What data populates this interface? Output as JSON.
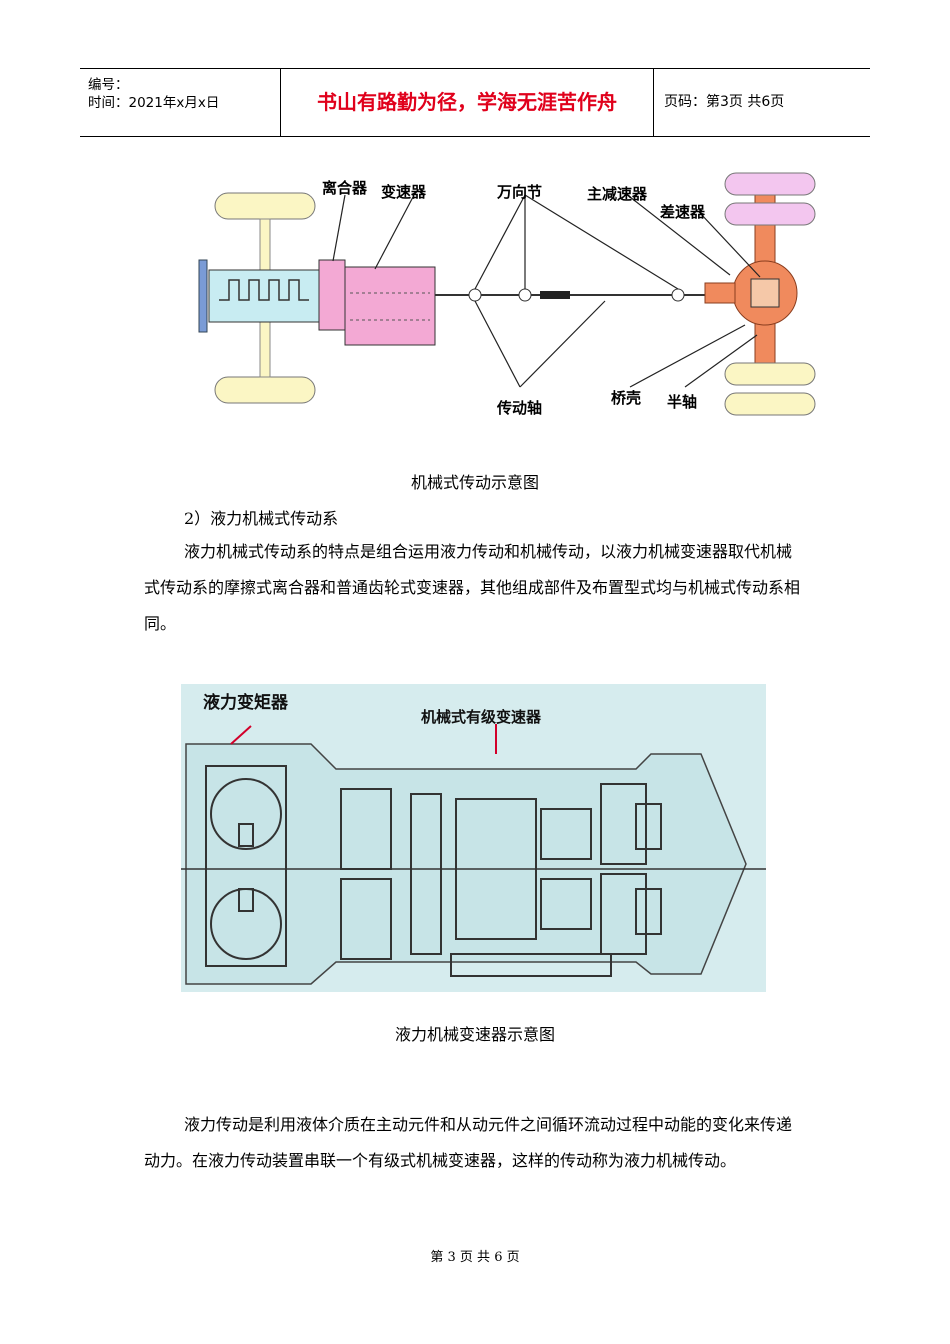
{
  "header": {
    "number_label": "编号：",
    "time_label": "时间：2021年x月x日",
    "motto": "书山有路勤为径，学海无涯苦作舟",
    "page_info": "页码：第3页  共6页"
  },
  "figure1": {
    "labels": {
      "clutch": "离合器",
      "gearbox": "变速器",
      "ujoint": "万向节",
      "final_drive": "主减速器",
      "differential": "差速器",
      "driveshaft": "传动轴",
      "axle_housing": "桥壳",
      "half_shaft": "半轴"
    },
    "caption": "机械式传动示意图"
  },
  "section": {
    "heading": "2）液力机械式传动系",
    "paragraph": "液力机械式传动系的特点是组合运用液力传动和机械传动，以液力机械变速器取代机械式传动系的摩擦式离合器和普通齿轮式变速器，其他组成部件及布置型式均与机械式传动系相同。"
  },
  "figure2": {
    "labels": {
      "torque_converter": "液力变矩器",
      "mech_gearbox": "机械式有级变速器"
    },
    "caption": "液力机械变速器示意图"
  },
  "closing": {
    "paragraph": "液力传动是利用液体介质在主动元件和从动元件之间循环流动过程中动能的变化来传递动力。在液力传动装置串联一个有级式机械变速器，这样的传动称为液力机械传动。"
  },
  "footer": {
    "text": "第 3 页 共 6 页"
  },
  "colors": {
    "motto": "#e0001b",
    "engine": "#c8ecf2",
    "gearbox": "#f3a9d4",
    "axle": "#f08a5d",
    "wheel": "#fbf6c4",
    "panel": "#d6ecee"
  }
}
